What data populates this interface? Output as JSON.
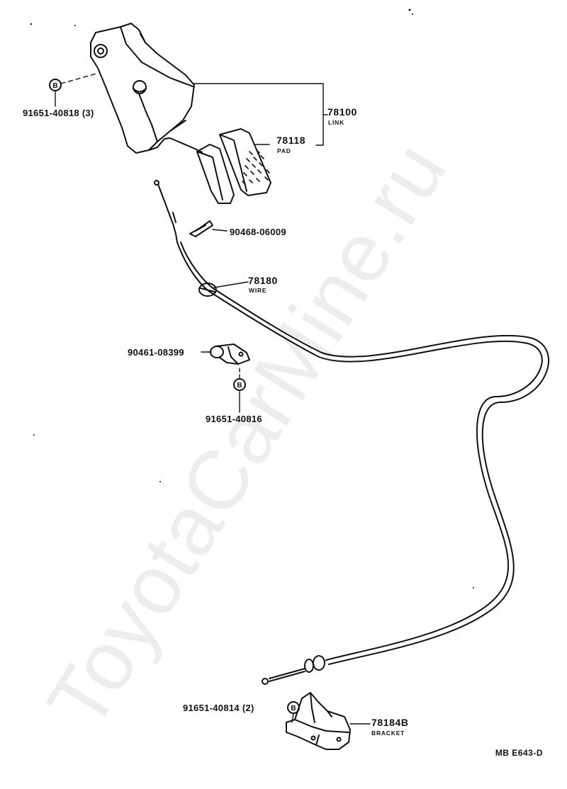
{
  "watermark": "ToyotaCarMine.ru",
  "diagram_code": "MB E643-D",
  "bolt_symbol": "B",
  "parts": {
    "link": {
      "number": "78100",
      "name": "LINK"
    },
    "pad": {
      "number": "78118",
      "name": "PAD"
    },
    "wire": {
      "number": "78180",
      "name": "WIRE"
    },
    "bracket": {
      "number": "78184B",
      "name": "BRACKET"
    },
    "clip": {
      "number": "90468-06009"
    },
    "clamp": {
      "number": "90461-08399"
    },
    "bolt_link": {
      "number": "91651-40818",
      "qty": "(3)"
    },
    "bolt_clamp": {
      "number": "91651-40816"
    },
    "bolt_bracket": {
      "number": "91651-40814",
      "qty": "(2)"
    }
  }
}
